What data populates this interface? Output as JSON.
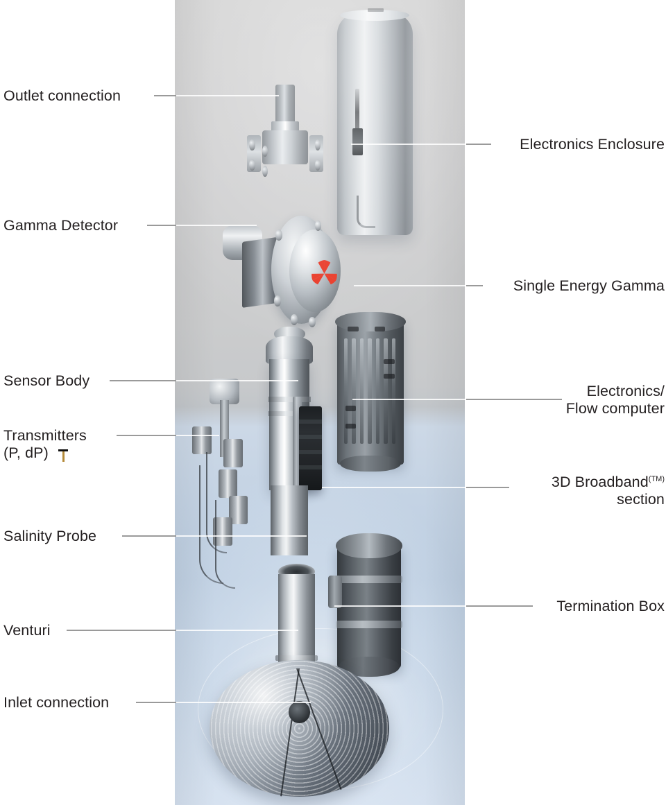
{
  "figure": {
    "title": "Multiphase flow meter exploded component diagram",
    "panel": {
      "background_top_color": "#cccccc",
      "background_bottom_color": "#c3d3e5"
    }
  },
  "labels_left": [
    {
      "id": "outlet-connection",
      "text": "Outlet connection"
    },
    {
      "id": "gamma-detector",
      "text": "Gamma Detector"
    },
    {
      "id": "sensor-body",
      "text": "Sensor Body"
    },
    {
      "id": "transmitters",
      "text": "Transmitters\n(P, dP)"
    },
    {
      "id": "salinity-probe",
      "text": "Salinity Probe"
    },
    {
      "id": "venturi",
      "text": "Venturi"
    },
    {
      "id": "inlet-connection",
      "text": "Inlet connection"
    }
  ],
  "labels_right": [
    {
      "id": "electronics-enclosure",
      "text": "Electronics Enclosure"
    },
    {
      "id": "single-energy-gamma",
      "text": "Single Energy Gamma"
    },
    {
      "id": "electronics-flow-computer",
      "text": "Electronics/\nFlow computer"
    },
    {
      "id": "3d-broadband-section",
      "text": "3D Broadband",
      "superscript": "(TM)",
      "text_second_line": "section"
    },
    {
      "id": "termination-box",
      "text": "Termination Box"
    }
  ],
  "components": {
    "outlet_connection": "outlet-valve-assembly",
    "electronics_enclosure": "cylindrical-enclosure",
    "gamma_detector": "gamma-detector-flange",
    "single_energy_gamma": "radiation-trefoil-symbol",
    "sensor_body": "chrome-sensor-barrel",
    "electronics_flow_computer": "finned-electronics-chassis",
    "broadband_section": "dark-broadband-panel",
    "transmitters": "pressure-transmitter-cluster",
    "salinity_probe": "salinity-probe",
    "venturi": "venturi-throat",
    "termination_box": "termination-box",
    "inlet_connection": "perforated-inlet-dome"
  },
  "colors": {
    "radiation_symbol": "#e8301d",
    "leader_line": "#9a9a9a",
    "label_text": "#231f20"
  }
}
